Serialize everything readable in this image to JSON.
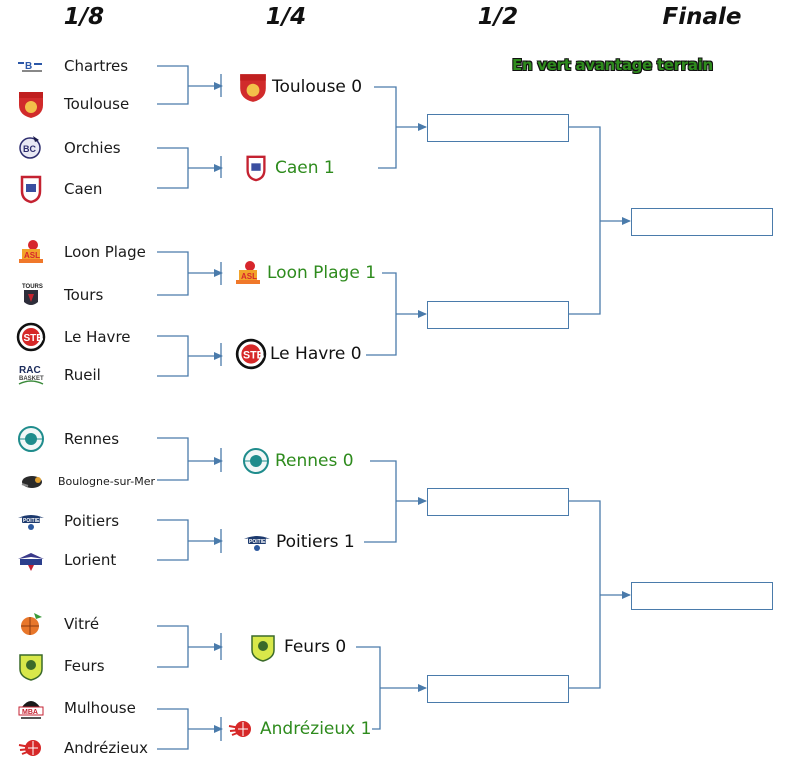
{
  "rounds": [
    "1/8",
    "1/4",
    "1/2",
    "Finale"
  ],
  "legend": "En vert avantage terrain",
  "colors": {
    "advantage": "#2e8b1d",
    "line": "#4a7bab"
  },
  "round_of_16": [
    {
      "name": "Chartres",
      "icon": "chartres-basket-logo"
    },
    {
      "name": "Toulouse",
      "icon": "toulouse-shield-logo"
    },
    {
      "name": "Orchies",
      "icon": "orchies-bco-logo"
    },
    {
      "name": "Caen",
      "icon": "caen-shield-logo"
    },
    {
      "name": "Loon Plage",
      "icon": "loon-plage-logo"
    },
    {
      "name": "Tours",
      "icon": "tours-logo"
    },
    {
      "name": "Le Havre",
      "icon": "stb-logo"
    },
    {
      "name": "Rueil",
      "icon": "rac-basket-logo"
    },
    {
      "name": "Rennes",
      "icon": "rennes-logo"
    },
    {
      "name": "Boulogne-sur-Mer",
      "icon": "boulogne-logo"
    },
    {
      "name": "Poitiers",
      "icon": "poitiers-logo"
    },
    {
      "name": "Lorient",
      "icon": "lorient-logo"
    },
    {
      "name": "Vitré",
      "icon": "vitre-logo"
    },
    {
      "name": "Feurs",
      "icon": "feurs-logo"
    },
    {
      "name": "Mulhouse",
      "icon": "mba-logo"
    },
    {
      "name": "Andrézieux",
      "icon": "andrezieux-logo"
    }
  ],
  "quarter_finals": [
    {
      "label": "Toulouse 0",
      "advantage": false,
      "icon": "toulouse-shield-logo"
    },
    {
      "label": "Caen 1",
      "advantage": true,
      "icon": "caen-shield-logo"
    },
    {
      "label": "Loon Plage 1",
      "advantage": true,
      "icon": "loon-plage-logo"
    },
    {
      "label": "Le Havre 0",
      "advantage": false,
      "icon": "stb-logo"
    },
    {
      "label": "Rennes 0",
      "advantage": true,
      "icon": "rennes-logo"
    },
    {
      "label": "Poitiers 1",
      "advantage": false,
      "icon": "poitiers-logo"
    },
    {
      "label": "Feurs 0",
      "advantage": false,
      "icon": "feurs-logo"
    },
    {
      "label": "Andrézieux 1",
      "advantage": true,
      "icon": "andrezieux-logo"
    }
  ]
}
